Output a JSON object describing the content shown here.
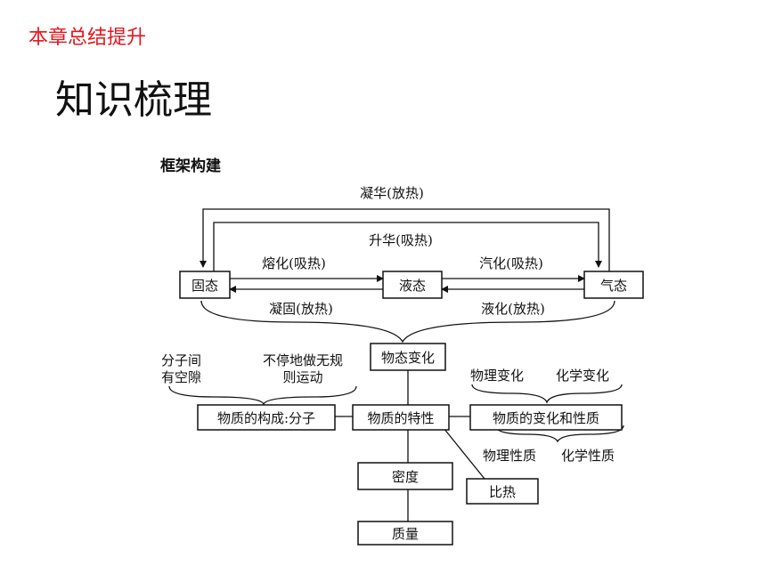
{
  "header": "本章总结提升",
  "title": "知识梳理",
  "diagram": {
    "subtitle": "框架构建",
    "nodes": {
      "solid": "固态",
      "liquid": "液态",
      "gas": "气态",
      "state_change": "物态变化",
      "structure": "物质的构成:分子",
      "properties": "物质的特性",
      "change_nature": "物质的变化和性质",
      "density": "密度",
      "mass": "质量",
      "specific_heat": "比热"
    },
    "edges": {
      "deposition": "凝华(放热)",
      "sublimation": "升华(吸热)",
      "melting": "熔化(吸热)",
      "solidification": "凝固(放热)",
      "vaporization": "汽化(吸热)",
      "liquefaction": "液化(放热)"
    },
    "notes": {
      "gap_line1": "分子间",
      "gap_line2": "有空隙",
      "motion_line1": "不停地做无规",
      "motion_line2": "则运动",
      "physical_change": "物理变化",
      "chemical_change": "化学变化",
      "physical_property": "物理性质",
      "chemical_property": "化学性质"
    }
  }
}
